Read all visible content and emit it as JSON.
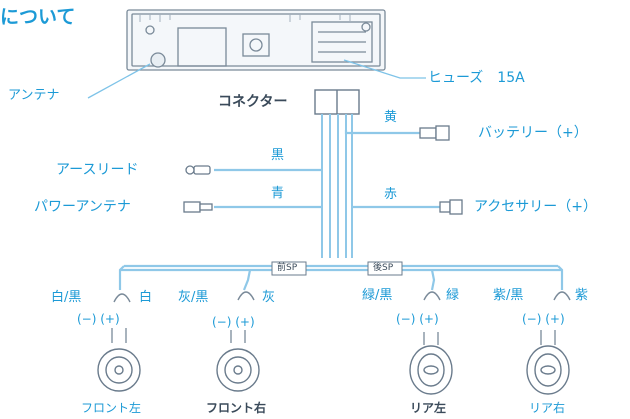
{
  "page": {
    "title_fragment": "について"
  },
  "colors": {
    "accent": "#1c9ad6",
    "wire": "#7ec3e8",
    "dark": "#3a4a5a"
  },
  "head_unit": {
    "antenna": "アンテナ",
    "fuse": "ヒューズ　15A",
    "connector": "コネクター"
  },
  "wires": {
    "yellow": {
      "color": "黄",
      "target": "バッテリー（+）"
    },
    "black": {
      "color": "黒",
      "target": "アースリード"
    },
    "blue": {
      "color": "青",
      "target": "パワーアンテナ"
    },
    "red": {
      "color": "赤",
      "target": "アクセサリー（+）"
    }
  },
  "sp_tags": {
    "front": "前SP",
    "rear": "後SP"
  },
  "speakers": [
    {
      "leads": "白/黒",
      "lead_pos": "白",
      "polarity": "(−) (+)",
      "name": "フロント左"
    },
    {
      "leads": "灰/黒",
      "lead_pos": "灰",
      "polarity": "(−) (+)",
      "name": "フロント右"
    },
    {
      "leads": "緑/黒",
      "lead_pos": "緑",
      "polarity": "(−) (+)",
      "name": "リア左"
    },
    {
      "leads": "紫/黒",
      "lead_pos": "紫",
      "polarity": "(−) (+)",
      "name": "リア右"
    }
  ]
}
